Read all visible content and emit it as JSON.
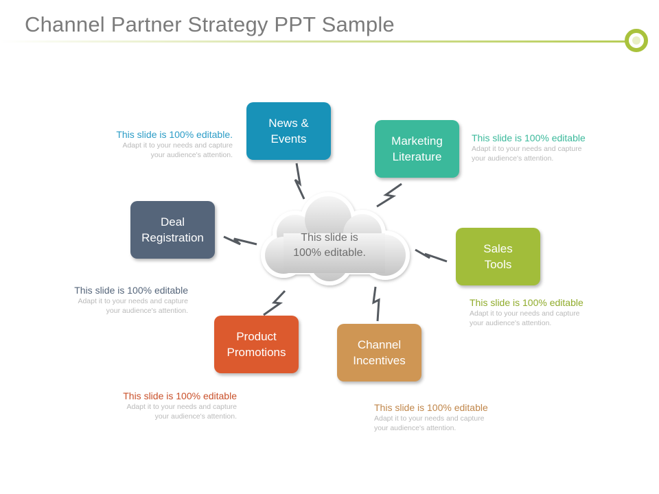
{
  "title": "Channel Partner Strategy PPT Sample",
  "center": {
    "text": "This slide is\n100% editable."
  },
  "nodes": [
    {
      "id": "news-events",
      "label": "News &\nEvents",
      "color": "#1892b8"
    },
    {
      "id": "marketing-literature",
      "label": "Marketing\nLiterature",
      "color": "#3bb99b"
    },
    {
      "id": "sales-tools",
      "label": "Sales\nTools",
      "color": "#a2bd3a"
    },
    {
      "id": "channel-incentives",
      "label": "Channel\nIncentives",
      "color": "#cf9654"
    },
    {
      "id": "product-promotions",
      "label": "Product\nPromotions",
      "color": "#dc5a2e"
    },
    {
      "id": "deal-registration",
      "label": "Deal\nRegistration",
      "color": "#55657a"
    }
  ],
  "descriptions": [
    {
      "id": "news",
      "heading": "This slide is 100% editable.",
      "body": "Adapt it to your needs and capture\nyour audience's attention.",
      "color": "#2b9cc6"
    },
    {
      "id": "marketing",
      "heading": "This slide is 100% editable",
      "body": "Adapt it to your needs and capture\nyour audience's attention.",
      "color": "#3bb99b"
    },
    {
      "id": "sales",
      "heading": "This slide is 100% editable",
      "body": "Adapt it to your needs and capture\nyour audience's attention.",
      "color": "#8fab2a"
    },
    {
      "id": "channel",
      "heading": "This slide is 100% editable",
      "body": "Adapt it to your needs and capture\nyour audience's attention.",
      "color": "#c0864a"
    },
    {
      "id": "product",
      "heading": "This slide is 100% editable",
      "body": "Adapt it to your needs and capture\nyour audience's attention.",
      "color": "#c9502a"
    },
    {
      "id": "deal",
      "heading": "This slide is 100% editable",
      "body": "Adapt it to your needs and capture\nyour audience's attention.",
      "color": "#55657a"
    }
  ]
}
